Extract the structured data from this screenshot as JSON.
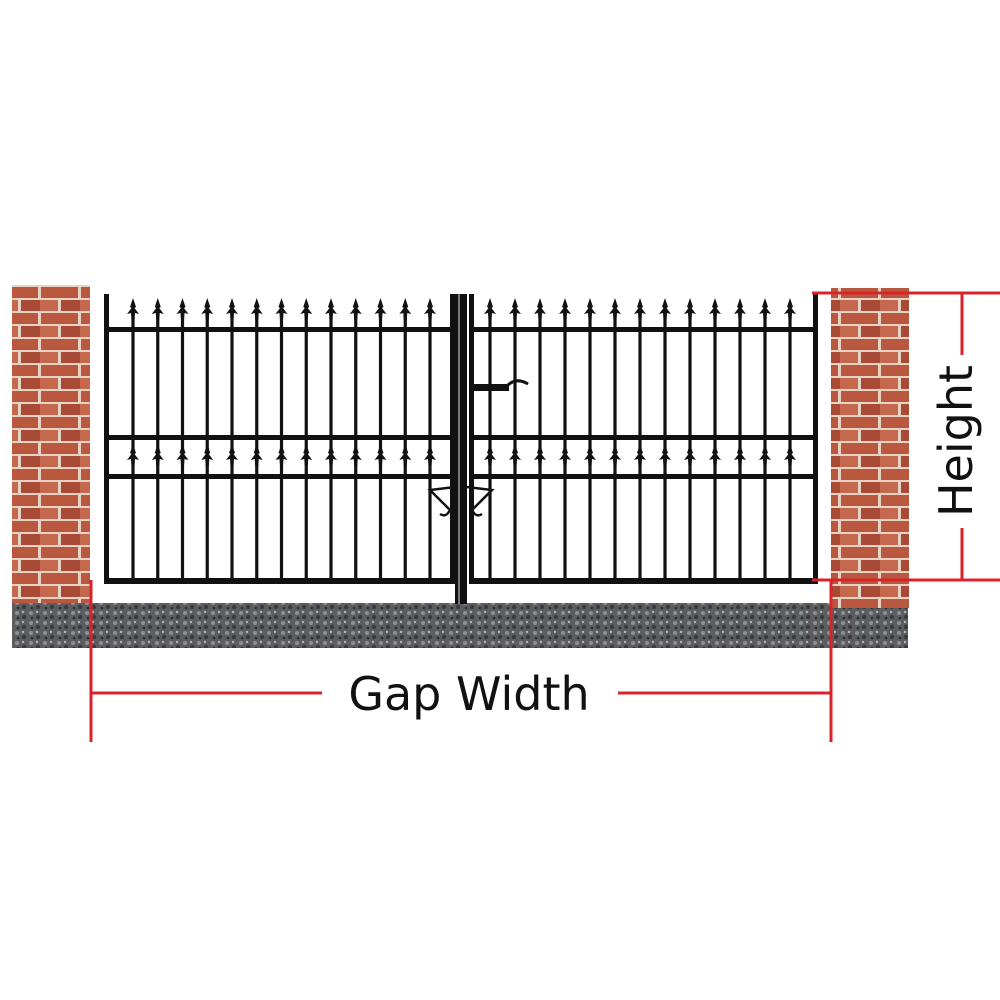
{
  "labels": {
    "gap_width": "Gap Width",
    "height": "Height"
  },
  "gate": {
    "type": "double gate",
    "bars_per_leaf": 13,
    "finial_rows": 2
  },
  "colors": {
    "dimension_lines": "#d8232a",
    "iron": "#111111",
    "brick": "#b5553f",
    "mortar": "#e9d9cf",
    "ground": "#55575a"
  }
}
